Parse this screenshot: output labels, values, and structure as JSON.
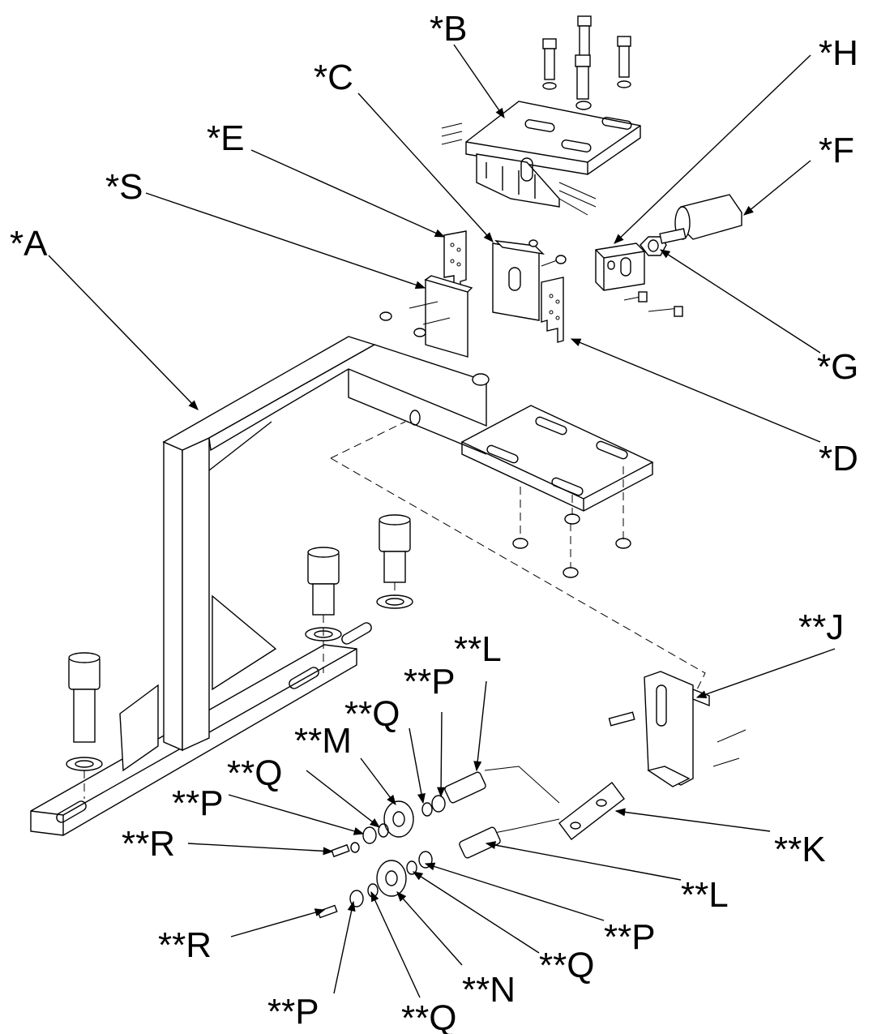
{
  "callouts": [
    {
      "id": "A",
      "text": "*A"
    },
    {
      "id": "B",
      "text": "*B"
    },
    {
      "id": "C",
      "text": "*C"
    },
    {
      "id": "D",
      "text": "*D"
    },
    {
      "id": "E",
      "text": "*E"
    },
    {
      "id": "F",
      "text": "*F"
    },
    {
      "id": "G",
      "text": "*G"
    },
    {
      "id": "H",
      "text": "*H"
    },
    {
      "id": "S",
      "text": "*S"
    },
    {
      "id": "J",
      "text": "**J"
    },
    {
      "id": "K",
      "text": "**K"
    },
    {
      "id": "L1",
      "text": "**L"
    },
    {
      "id": "L2",
      "text": "**L"
    },
    {
      "id": "M",
      "text": "**M"
    },
    {
      "id": "N",
      "text": "**N"
    },
    {
      "id": "P1",
      "text": "**P"
    },
    {
      "id": "P2",
      "text": "**P"
    },
    {
      "id": "P3",
      "text": "**P"
    },
    {
      "id": "P4",
      "text": "**P"
    },
    {
      "id": "Q1",
      "text": "**Q"
    },
    {
      "id": "Q2",
      "text": "**Q"
    },
    {
      "id": "Q3",
      "text": "**Q"
    },
    {
      "id": "Q4",
      "text": "**Q"
    },
    {
      "id": "R1",
      "text": "**R"
    },
    {
      "id": "R2",
      "text": "**R"
    }
  ]
}
